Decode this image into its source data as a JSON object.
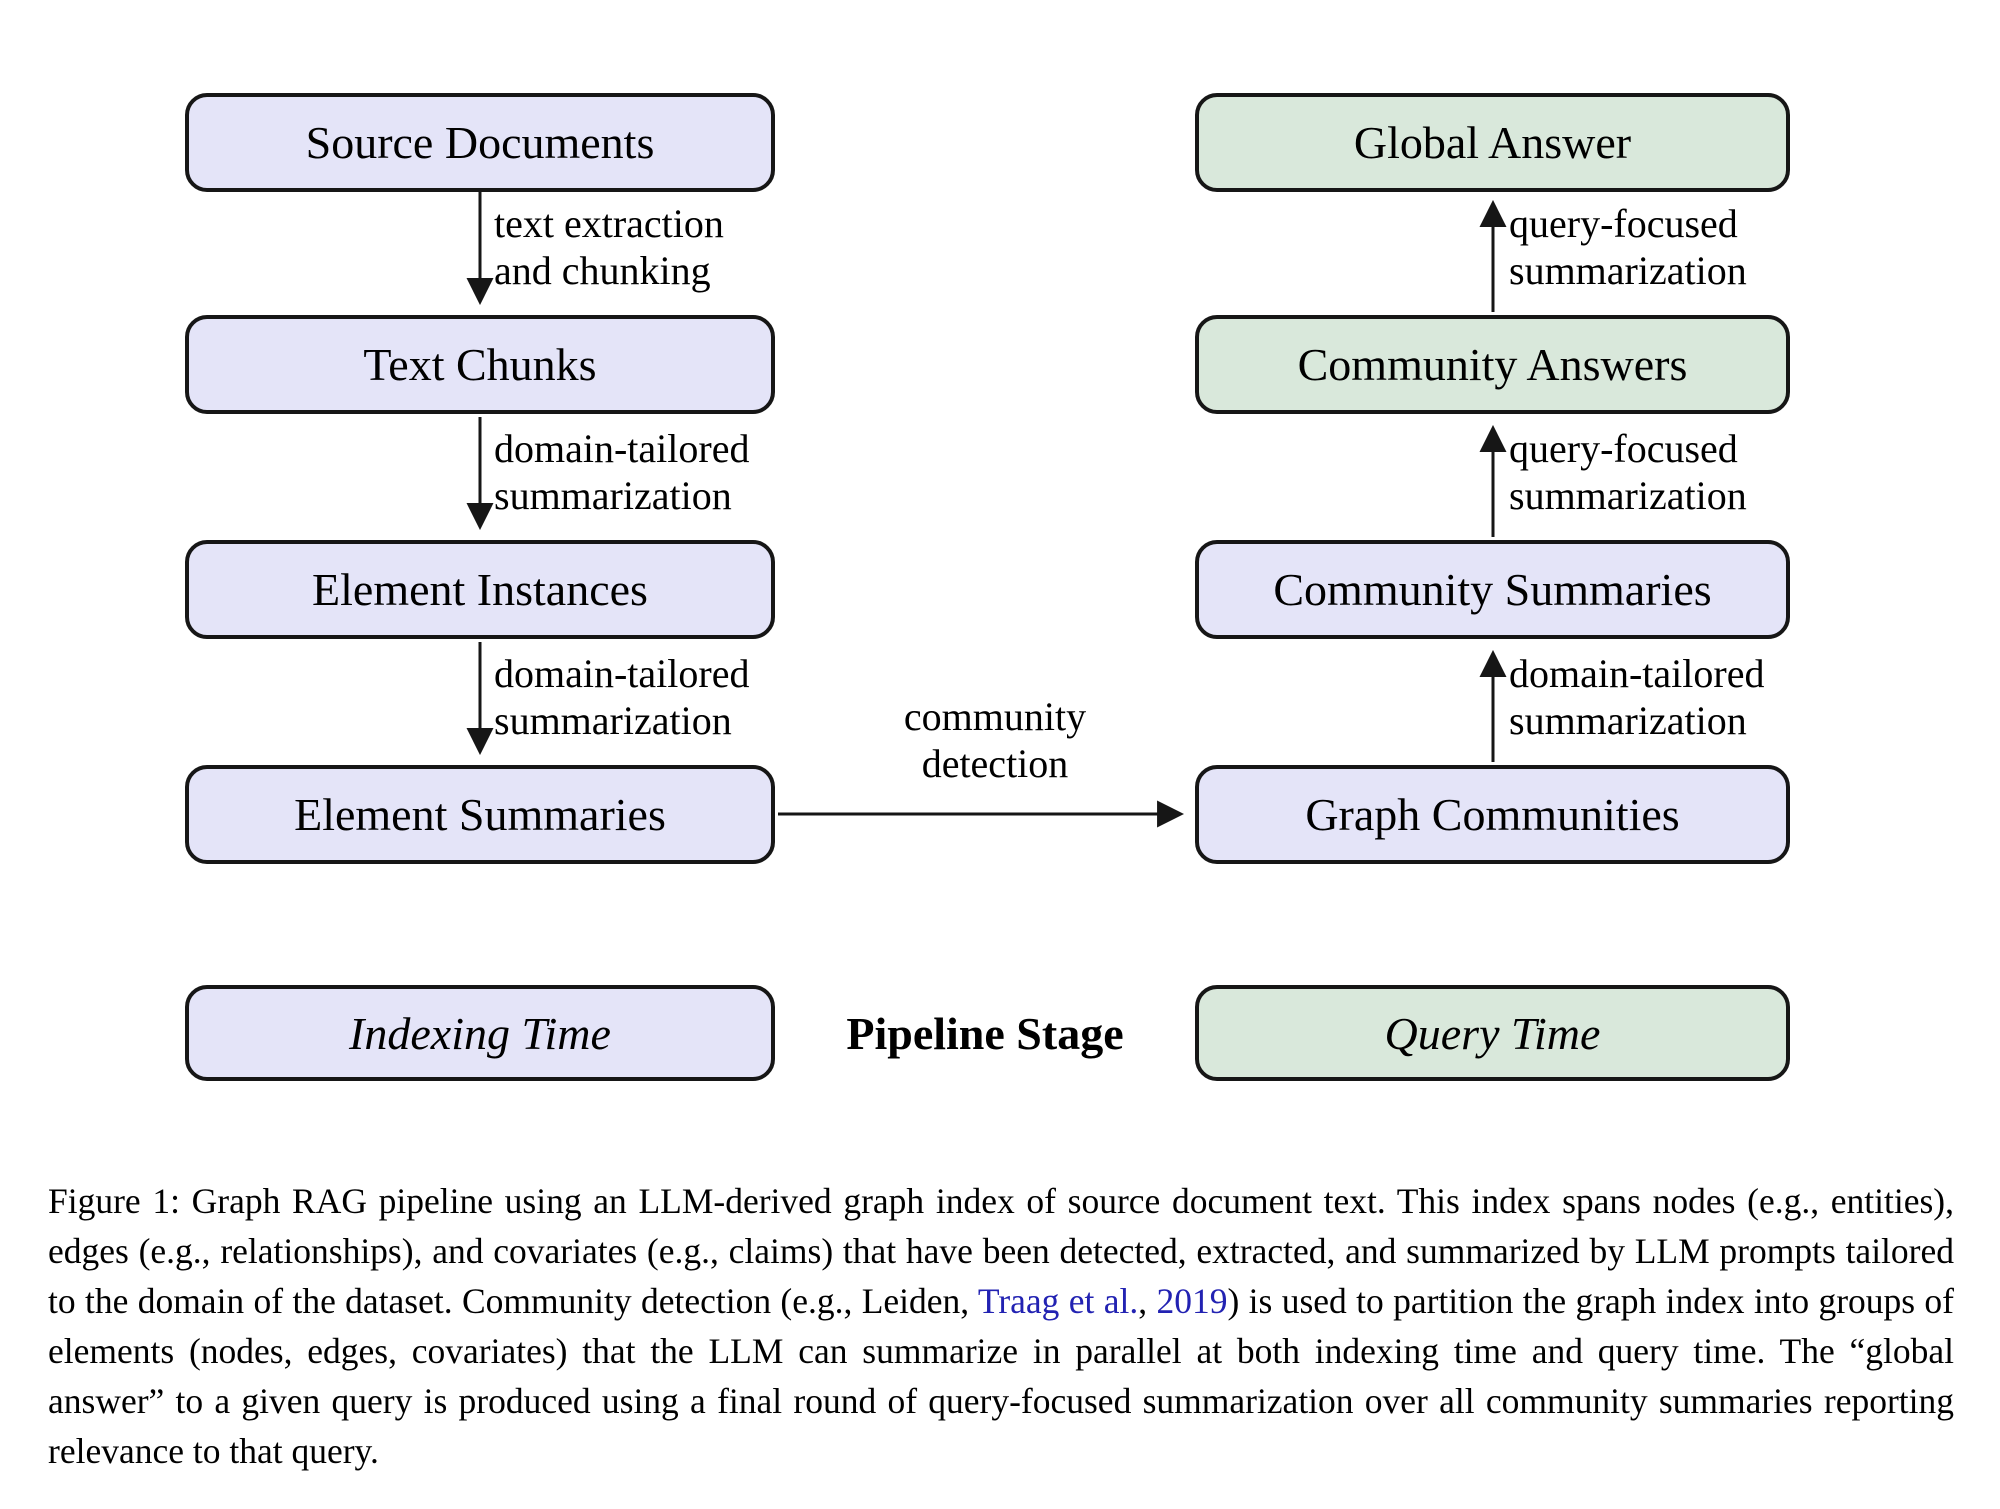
{
  "figure": {
    "nodes": [
      {
        "id": "source-documents",
        "label": "Source Documents",
        "stage": "indexing"
      },
      {
        "id": "text-chunks",
        "label": "Text Chunks",
        "stage": "indexing"
      },
      {
        "id": "element-instances",
        "label": "Element Instances",
        "stage": "indexing"
      },
      {
        "id": "element-summaries",
        "label": "Element Summaries",
        "stage": "indexing"
      },
      {
        "id": "graph-communities",
        "label": "Graph Communities",
        "stage": "indexing"
      },
      {
        "id": "community-summaries",
        "label": "Community Summaries",
        "stage": "indexing"
      },
      {
        "id": "community-answers",
        "label": "Community Answers",
        "stage": "query"
      },
      {
        "id": "global-answer",
        "label": "Global Answer",
        "stage": "query"
      }
    ],
    "edge_labels": [
      {
        "line1": "text extraction",
        "line2": "and chunking"
      },
      {
        "line1": "domain-tailored",
        "line2": "summarization"
      },
      {
        "line1": "domain-tailored",
        "line2": "summarization"
      },
      {
        "line1": "community",
        "line2": "detection"
      },
      {
        "line1": "domain-tailored",
        "line2": "summarization"
      },
      {
        "line1": "query-focused",
        "line2": "summarization"
      },
      {
        "line1": "query-focused",
        "line2": "summarization"
      }
    ],
    "legend": {
      "indexing_label": "Indexing Time",
      "stage_label": "Pipeline Stage",
      "query_label": "Query Time"
    },
    "colors": {
      "indexing_fill": "#e4e4f8",
      "query_fill": "#d9e8db",
      "border": "#161616",
      "text": "#000000",
      "link": "#2222b2"
    }
  },
  "caption": {
    "segments": [
      {
        "text": "Figure 1: Graph RAG pipeline using an LLM-derived graph index of source document text. This index spans nodes (e.g., entities), edges (e.g., relationships), and covariates (e.g., claims) that have been detected, extracted, and summarized by LLM prompts tailored to the domain of the dataset. Community detection (e.g., Leiden, ",
        "style": "normal"
      },
      {
        "text": "Traag et al.",
        "style": "link"
      },
      {
        "text": ", ",
        "style": "normal"
      },
      {
        "text": "2019",
        "style": "link"
      },
      {
        "text": ") is used to partition the graph index into groups of elements (nodes, edges, covariates) that the LLM can summarize in parallel at both indexing time and query time. The “global answer” to a given query is produced using a final round of query-focused summarization over all community summaries reporting relevance to that query.",
        "style": "normal"
      }
    ]
  }
}
